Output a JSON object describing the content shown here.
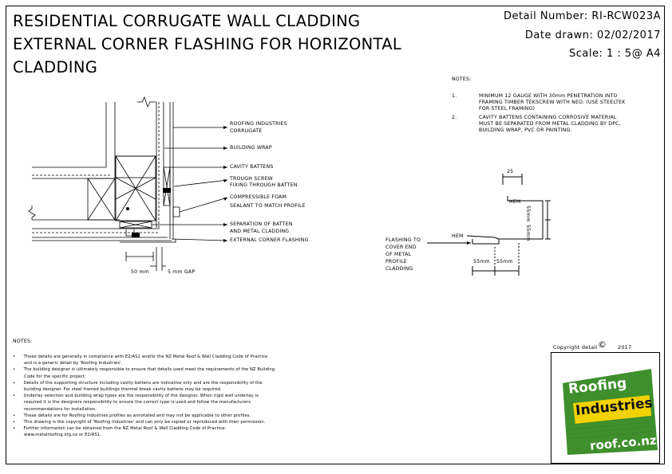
{
  "title": {
    "line1": "RESIDENTIAL CORRUGATE WALL CLADDING",
    "line2": "EXTERNAL CORNER FLASHING FOR HORIZONTAL",
    "line3": "CLADDING"
  },
  "meta": {
    "detail": "Detail Number:  RI-RCW023A",
    "date": "Date drawn:  02/02/2017",
    "scale": "Scale:    1 : 5@ A4"
  },
  "notes_top": {
    "heading": "NOTES:",
    "items": [
      {
        "num": "1.",
        "lines": [
          "MINIMUM 12 GAUGE WITH 30mm PENETRATION INTO",
          "FRAMING TIMBER TEKSCREW WITH NEO. (USE STEELTEK",
          "FOR STEEL FRAMING)"
        ]
      },
      {
        "num": "2.",
        "lines": [
          "CAVITY BATTENS CONTAINING CORROSIVE MATERIAL",
          "MUST BE SEPARATED FROM METAL CLADDING BY DPC,",
          "BUILDING WRAP, PVC OR PAINTING."
        ]
      }
    ]
  },
  "callouts": {
    "c1a": "ROOFING INDUSTRIES",
    "c1b": "CORRUGATE",
    "c2": "BUILDING WRAP",
    "c3": "CAVITY BATTENS",
    "c4a": "TROUGH SCREW",
    "c4b": "FIXING THROUGH BATTEN",
    "c5a": "COMPRESSIBLE FOAM",
    "c5b": "SEALANT TO MATCH PROFILE",
    "c6a": "SEPARATION OF BATTEN",
    "c6b": "AND METAL CLADDING",
    "c7": "EXTERNAL CORNER FLASHING"
  },
  "dims": {
    "d50": "50 mm",
    "gap": "5 mm GAP",
    "d25": "25",
    "hem": "HEM",
    "d55": "55mm",
    "mm": "mm"
  },
  "flashing_note": [
    "FLASHING TO",
    "COVER END",
    "OF METAL",
    "PROFILE",
    "CLADDING"
  ],
  "notes_bottom": {
    "heading": "NOTES:",
    "items": [
      [
        "These details are generally in compliance with E2/AS1 and/or the NZ Metal Roof & Wall Cladding Code of Practice",
        "and is a generic detail by 'Roofing Industries'."
      ],
      [
        "The building designer is ultimately responsible to ensure that details used meet the requirements of the NZ Building",
        "Code for the specific project."
      ],
      [
        "Details of the supporting structure including cavity battens are indicative only and are the responsibility of the",
        "building designer. For steel framed buildings thermal break cavity battens may be required."
      ],
      [
        "Underlay selection and building wrap types are the responsibility of the designer. When rigid wall underlay is",
        "required it is the designers responsibility to ensure the correct type is used and follow the manufacturers",
        "recommendations for installation."
      ],
      [
        "These details are for Roofing Industries profiles as annotated and may not be applicable to other profiles."
      ],
      [
        "This drawing is the copyright of 'Roofing Industries' and can only be copied or reproduced with their permission."
      ],
      [
        "Further information can be obtained from the NZ Metal Roof & Wall Cladding Code of Practice:",
        "www.metalroofing.org.nz or E2/AS1."
      ]
    ]
  },
  "copyright": {
    "text": "Copyright detail",
    "symbol": "©",
    "year": "2017"
  },
  "logo": {
    "line1": "Roofing",
    "line2": "Industries",
    "url": "roof.co.nz",
    "colors": {
      "green": "#3f8f2d",
      "yellow": "#f2d100"
    }
  }
}
